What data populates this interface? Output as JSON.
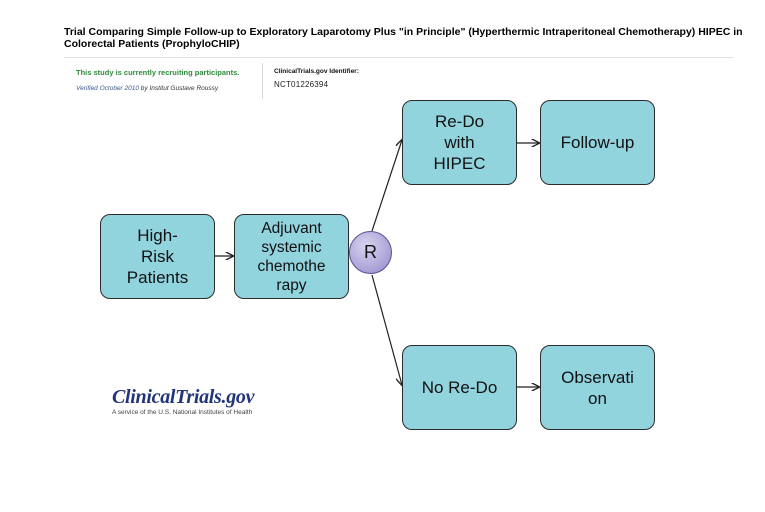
{
  "header": {
    "title": "Trial Comparing Simple Follow-up to Exploratory Laparotomy Plus \"in Principle\" (Hyperthermic Intraperitoneal Chemotherapy) HIPEC in Colorectal Patients (ProphyloCHIP)",
    "status": "This study is currently recruiting participants.",
    "verified_prefix": "Verified October 2010",
    "verified_by": " by Institut Gustave Roussy",
    "identifier_label": "ClinicalTrials.gov Identifier:",
    "identifier_value": "NCT01226394"
  },
  "diagram": {
    "nodes": {
      "high_risk": "High-\nRisk\nPatients",
      "adjuvant": "Adjuvant\nsystemic\nchemothe\nrapy",
      "randomize": "R",
      "redo_hipec": "Re-Do\nwith\nHIPEC",
      "follow_up": "Follow-up",
      "no_redo": "No Re-Do",
      "observation": "Observati\non"
    },
    "colors": {
      "box_fill": "#92d4de",
      "border": "#2b2b2b",
      "circle_fill": "#a89fd6"
    }
  },
  "footer": {
    "logo_text": "ClinicalTrials.gov",
    "logo_tagline": "A service of the U.S. National Institutes of Health"
  }
}
